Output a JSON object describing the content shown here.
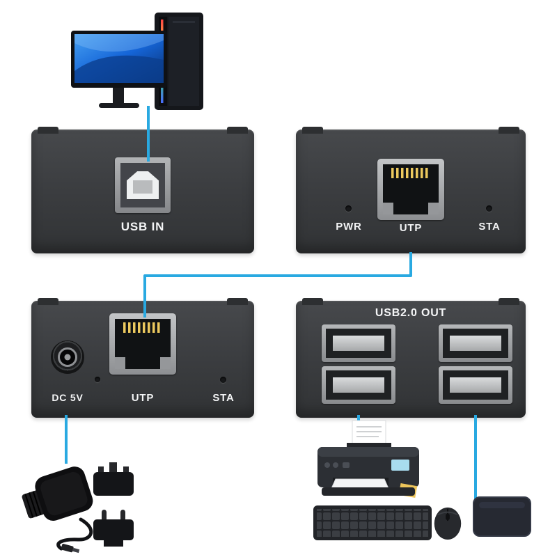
{
  "colors": {
    "background": "#ffffff",
    "panel_body": "#3c3e41",
    "port_metal": "#97999c",
    "connection_line": "#29a9e1",
    "label_text": "#f4f5f6"
  },
  "panels": {
    "usb_in": {
      "port_label": "USB IN"
    },
    "utp_out": {
      "pwr_label": "PWR",
      "utp_label": "UTP",
      "sta_label": "STA"
    },
    "utp_in": {
      "dc_label": "DC 5V",
      "utp_label": "UTP",
      "sta_label": "STA"
    },
    "usb_out": {
      "title": "USB2.0 OUT"
    }
  },
  "illustrations": {
    "computer": "desktop-computer-icon",
    "printer": "printer-icon",
    "keyboard": "keyboard-icon",
    "mouse": "mouse-icon",
    "hard_drive": "external-hard-drive-icon",
    "power_adapter": "power-adapter-icon"
  }
}
